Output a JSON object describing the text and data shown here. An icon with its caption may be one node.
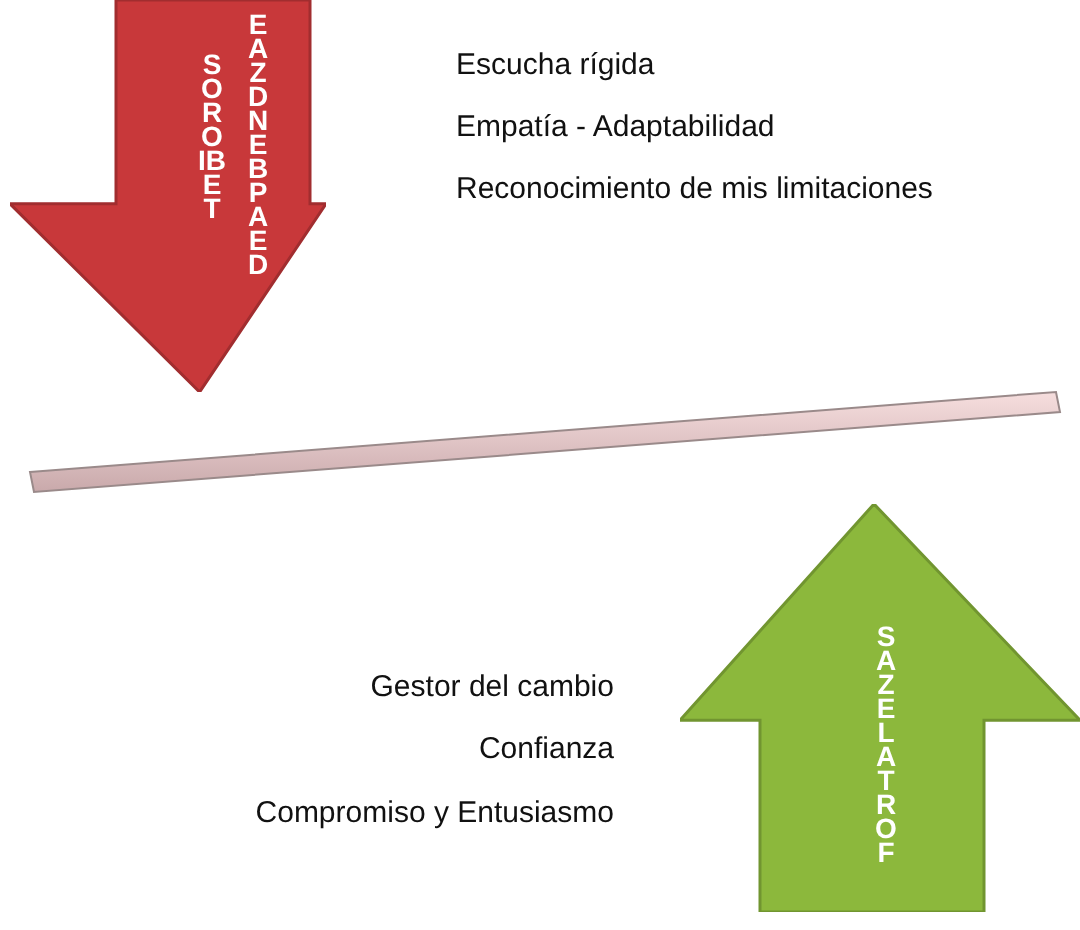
{
  "diagram": {
    "nodes": [
      {
        "text": [
          "SOROIBET",
          "EAZDNEBPAED"
        ]
      },
      {
        "text": [],
        "shape": "bar"
      },
      {
        "text": [
          "SAZELATROF"
        ]
      }
    ],
    "labels": [
      "Escucha rígida",
      "Empatía - Adaptabilidad",
      "Reconocimiento de mis limitaciones",
      "Gestor del cambio",
      "Confianza",
      "Compromiso y Entusiasmo"
    ]
  }
}
